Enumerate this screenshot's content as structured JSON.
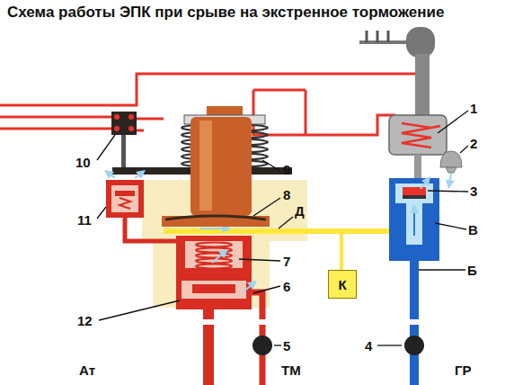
{
  "diagram": {
    "title": "Схема работы ЭПК при срыве на экстренное торможение",
    "nodes": [
      {
        "text": [
          "К"
        ]
      }
    ],
    "labels": [
      "1",
      "2",
      "3",
      "В",
      "Б",
      "4",
      "ГР",
      "5",
      "ТМ",
      "Ат",
      "12",
      "6",
      "7",
      "Д",
      "8",
      "9",
      "10",
      "11"
    ]
  }
}
